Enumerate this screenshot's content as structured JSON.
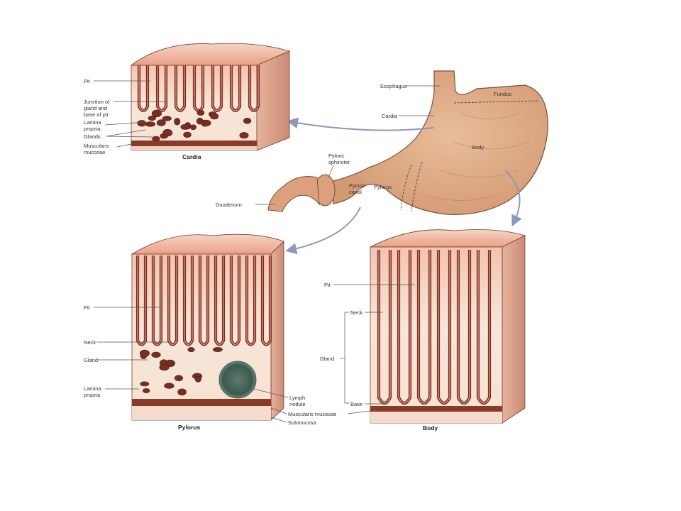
{
  "stomach": {
    "labels": {
      "esophagus": "Esophagus",
      "fundus": "Fundus",
      "cardia": "Cardia",
      "body": "Body",
      "pyloric_sphincter_1": "Pyloric",
      "pyloric_sphincter_2": "sphincter",
      "pyloric_canal_1": "Pyloric",
      "pyloric_canal_2": "canal",
      "pylorus": "Pylorus",
      "duodenum": "Duodenum"
    }
  },
  "cardia_block": {
    "caption": "Cardia",
    "labels": {
      "pit": "Pit",
      "junction_1": "Junction of",
      "junction_2": "gland and",
      "junction_3": "base of pit",
      "lamina_1": "Lamina",
      "lamina_2": "propria",
      "glands": "Glands",
      "muscularis_1": "Muscularis",
      "muscularis_2": "mucosae"
    }
  },
  "pylorus_block": {
    "caption": "Pylorus",
    "labels": {
      "pit": "Pit",
      "neck": "Neck",
      "gland": "Gland",
      "lamina_1": "Lamina",
      "lamina_2": "propria",
      "lymph_1": "Lymph",
      "lymph_2": "nodule",
      "muscularis": "Muscularis mucosae",
      "submucosa": "Submucosa"
    }
  },
  "body_block": {
    "caption": "Body",
    "labels": {
      "pit": "Pit",
      "neck": "Neck",
      "gland": "Gland",
      "base": "Base"
    }
  },
  "colors": {
    "mucosa_light": "#f7e6d8",
    "mucosa_pink": "#e9a088",
    "gland_dark": "#7a2e22",
    "stomach_fill": "#e2b08a",
    "muscularis": "#8a3a2a",
    "arrow": "#8a9ab8"
  }
}
